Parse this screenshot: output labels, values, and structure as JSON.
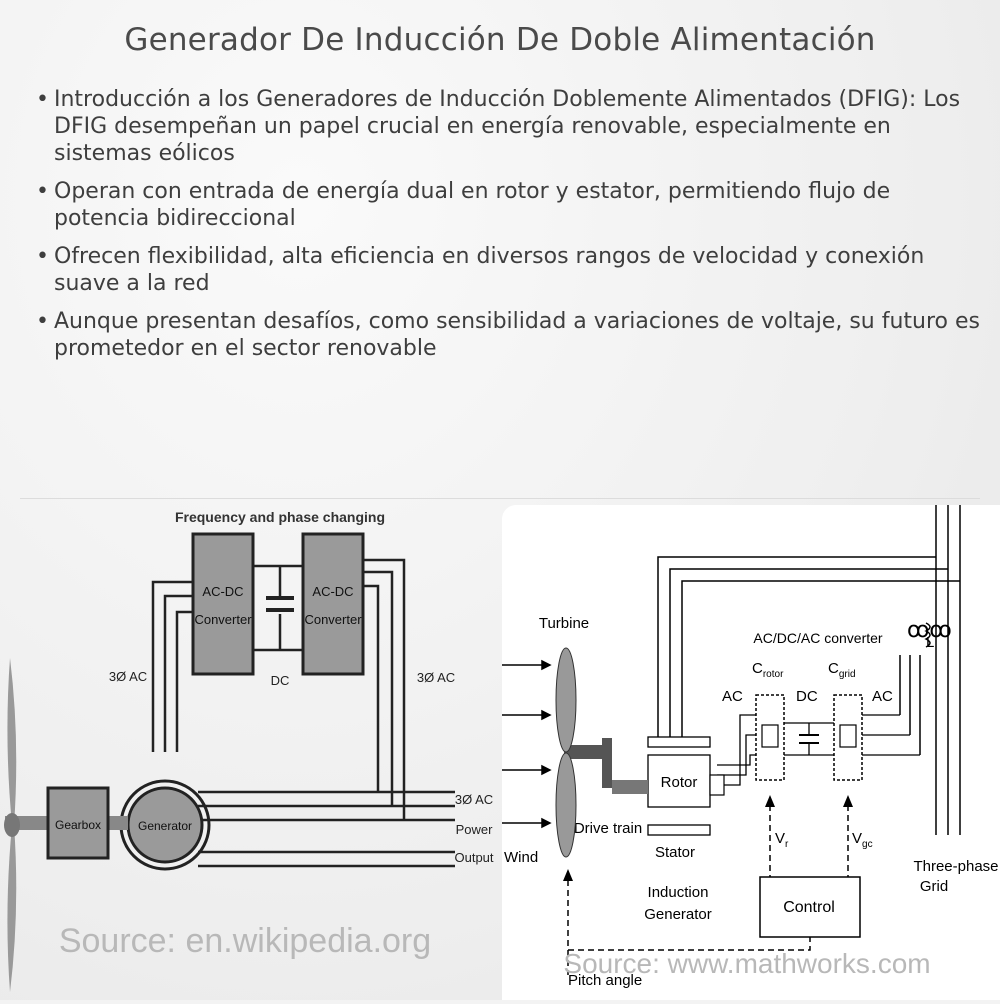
{
  "title": "Generador De Inducción De Doble Alimentación",
  "bullets": [
    "Introducción a los Generadores de Inducción Doblemente Alimentados (DFIG): Los DFIG desempeñan un papel crucial en energía renovable, especialmente en sistemas eólicos",
    "Operan con entrada de energía dual en rotor y estator, permitiendo flujo de potencia bidireccional",
    "Ofrecen flexibilidad, alta eficiencia en diversos rangos de velocidad y conexión suave a la red",
    "Aunque presentan desafíos, como sensibilidad a variaciones de voltaje, su futuro es prometedor en el sector renovable"
  ],
  "figure_left": {
    "header": "Frequency and phase changing",
    "converter1": [
      "AC-DC",
      "Converter"
    ],
    "converter2": [
      "AC-DC",
      "Converter"
    ],
    "dc_label": "DC",
    "ac_left": "3Ø AC",
    "ac_right": "3Ø AC",
    "gearbox": "Gearbox",
    "generator": "Generator",
    "output": [
      "3Ø AC",
      "Power",
      "Output"
    ],
    "source": "Source: en.wikipedia.org"
  },
  "figure_right": {
    "turbine": "Turbine",
    "wind": "Wind",
    "drive_train": "Drive train",
    "rotor": "Rotor",
    "stator": "Stator",
    "induction_generator": [
      "Induction",
      "Generator"
    ],
    "converter": "AC/DC/AC converter",
    "ac1": "AC",
    "dc": "DC",
    "ac2": "AC",
    "c_rotor": [
      "C",
      "rotor"
    ],
    "c_grid": [
      "C",
      "grid"
    ],
    "inductor": "L",
    "vr": [
      "V",
      "r"
    ],
    "vgc": [
      "V",
      "gc"
    ],
    "control": "Control",
    "grid": [
      "Three-phase",
      "Grid"
    ],
    "pitch": "Pitch angle",
    "source": "Source: www.mathworks.com"
  }
}
